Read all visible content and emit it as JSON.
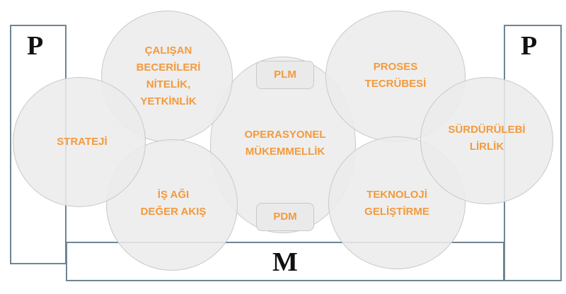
{
  "frames": {
    "left_letter": "P",
    "right_letter": "P",
    "bottom_letter": "M"
  },
  "circles": {
    "calisan": [
      "ÇALIŞAN",
      "BECERİLERİ",
      "NİTELİK,",
      "YETKİNLİK"
    ],
    "proses": [
      "PROSES",
      "TECRÜBESİ"
    ],
    "strateji": [
      "STRATEJİ"
    ],
    "operasyonel": [
      "OPERASYONEL",
      "MÜKEMMELLİK"
    ],
    "surdurulebilirlik": [
      "SÜRDÜRÜLEBİ",
      "LİRLİK"
    ],
    "is_agi": [
      "İŞ AĞI",
      "DEĞER AKIŞ"
    ],
    "teknoloji": [
      "TEKNOLOJİ",
      "GELİŞTİRME"
    ]
  },
  "tags": {
    "plm": "PLM",
    "pdm": "PDM"
  },
  "colors": {
    "label": "#f39a3d",
    "frame": "#6f8594",
    "circle_fill": "#ececec",
    "circle_stroke": "#c9c9c9"
  }
}
